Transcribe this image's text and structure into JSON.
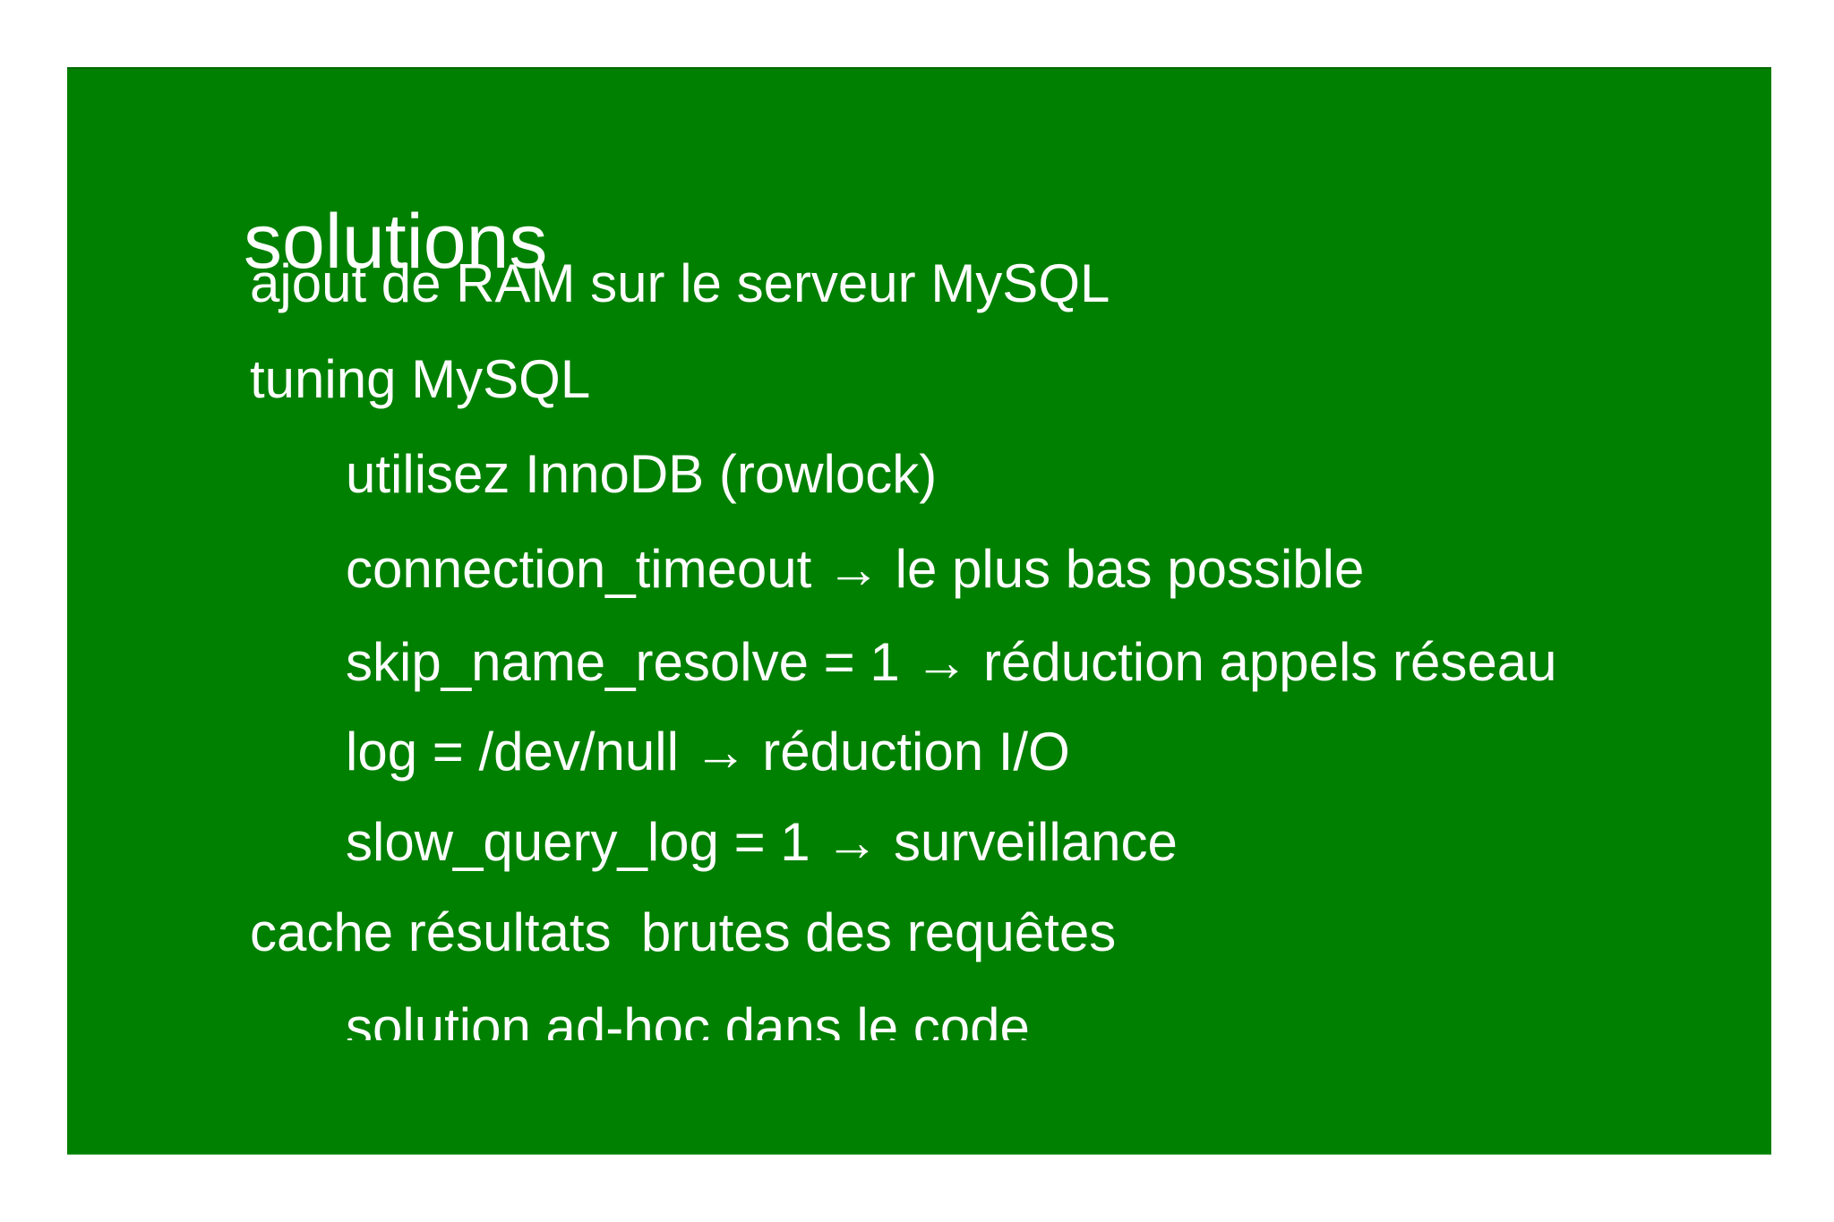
{
  "slide": {
    "title": "solutions",
    "bullets": [
      {
        "level": 1,
        "text": "ajout de RAM sur le serveur MySQL",
        "clipped": false
      },
      {
        "level": 1,
        "text": "tuning MySQL",
        "clipped": false
      },
      {
        "level": 2,
        "text": "utilisez InnoDB (rowlock)",
        "clipped": false
      },
      {
        "level": 2,
        "text": "connection_timeout → le plus bas possible",
        "clipped": false
      },
      {
        "level": 2,
        "text": "skip_name_resolve = 1 → réduction appels réseau",
        "clipped": false
      },
      {
        "level": 2,
        "text": "log = /dev/null → réduction I/O",
        "clipped": false
      },
      {
        "level": 2,
        "text": "slow_query_log = 1 → surveillance",
        "clipped": false
      },
      {
        "level": 1,
        "text": "cache résultats  brutes des requêtes",
        "clipped": false
      },
      {
        "level": 2,
        "text": "solution ad-hoc dans le code",
        "clipped": true
      }
    ],
    "colors": {
      "panel_green": "#008000",
      "text_white": "#ffffff",
      "page_background": "#ffffff"
    }
  }
}
